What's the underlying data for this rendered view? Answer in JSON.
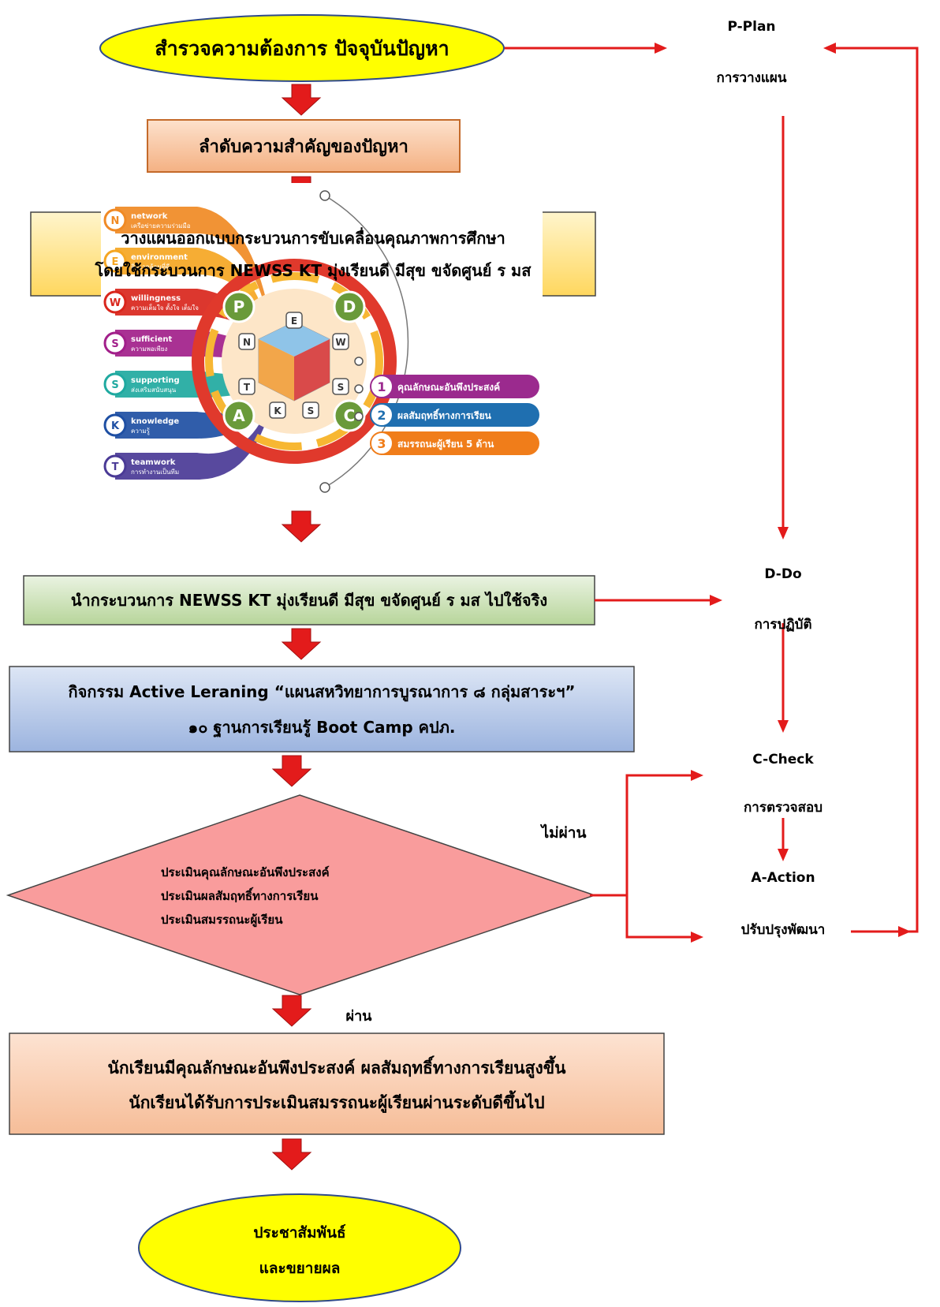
{
  "start": {
    "text": "สำรวจความต้องการ ปัจจุบันปัญหา"
  },
  "steps": {
    "priority": "ลำดับความสำคัญของปัญหา",
    "plan": {
      "line1": "วางแผนออกแบบกระบวนการขับเคลื่อนคุณภาพการศึกษา",
      "line2": "โดยใช้กระบวนการ NEWSS KT มุ่งเรียนดี มีสุข ขจัดศูนย์ ร มส"
    },
    "implement": "นำกระบวนการ NEWSS KT มุ่งเรียนดี มีสุข ขจัดศูนย์ ร มส ไปใช้จริง",
    "activity": {
      "line1": "กิจกรรม Active  Leraning “แผนสหวิทยาการบูรณาการ ๘ กลุ่มสาระฯ”",
      "line2": "๑๐ ฐานการเรียนรู้ Boot Camp  คปภ."
    },
    "result": {
      "line1": "นักเรียนมีคุณลักษณะอันพึงประสงค์    ผลสัมฤทธิ์ทางการเรียนสูงขึ้น",
      "line2": "นักเรียนได้รับการประเมินสมรรถนะผู้เรียนผ่านระดับดีขึ้นไป"
    }
  },
  "decision": {
    "line1": "ประเมินคุณลักษณะอันพึงประสงค์",
    "line2": "ประเมินผลสัมฤทธิ์ทางการเรียน",
    "line3": "ประเมินสมรรถนะผู้เรียน",
    "fail_label": "ไม่ผ่าน",
    "pass_label": "ผ่าน"
  },
  "end": {
    "line1": "ประชาสัมพันธ์",
    "line2": "และขยายผล"
  },
  "pdca": {
    "plan": {
      "code": "P-Plan",
      "thai": "การวางแผน"
    },
    "do": {
      "code": "D-Do",
      "thai": "การปฏิบัติ"
    },
    "check": {
      "code": "C-Check",
      "thai": "การตรวจสอบ"
    },
    "action": {
      "code": "A-Action",
      "thai": "ปรับปรุงพัฒนา"
    }
  },
  "model_image": {
    "left_items": [
      {
        "letter": "N",
        "word": "network",
        "thai": "เครือข่ายความร่วมมือ",
        "color": "#f08a24"
      },
      {
        "letter": "E",
        "word": "environment",
        "thai": "สิ่งแวดล้อมที่ดี",
        "color": "#f5a623"
      },
      {
        "letter": "W",
        "word": "willingness",
        "thai": "ความเต็มใจ ตั้งใจ เต็มใจ",
        "color": "#d9261c"
      },
      {
        "letter": "S",
        "word": "sufficient",
        "thai": "ความพอเพียง",
        "color": "#a21f8a"
      },
      {
        "letter": "S",
        "word": "supporting",
        "thai": "ส่งเสริมสนับสนุน",
        "color": "#1fa9a0"
      },
      {
        "letter": "K",
        "word": "knowledge",
        "thai": "ความรู้",
        "color": "#1e4fa3"
      },
      {
        "letter": "T",
        "word": "teamwork",
        "thai": "การทำงานเป็นทีม",
        "color": "#4a3a96"
      }
    ],
    "cycle_letters": [
      "P",
      "D",
      "C",
      "A"
    ],
    "right_items": [
      {
        "num": "1",
        "text": "คุณลักษณะอันพึงประสงค์",
        "color": "#9b2a8e"
      },
      {
        "num": "2",
        "text": "ผลสัมฤทธิ์ทางการเรียน",
        "color": "#1f6fb0"
      },
      {
        "num": "3",
        "text": "สมรรถนะผู้เรียน 5 ด้าน",
        "color": "#f07d1a"
      }
    ]
  },
  "colors": {
    "arrow": "#e31b1b",
    "oval_fill": "#ffff00",
    "decision_fill": "#f99c9c",
    "green_box": "#d7e8c8",
    "activity_box": "#b6c8e8",
    "priority_box": "#f6c19c"
  }
}
